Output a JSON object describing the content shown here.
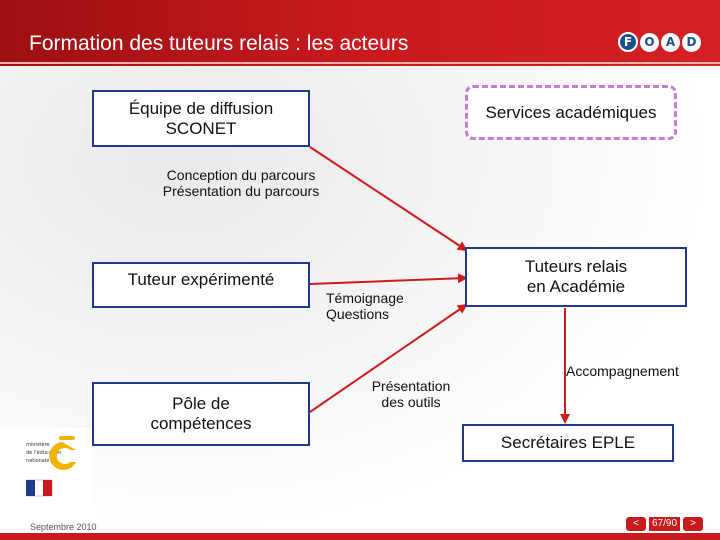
{
  "header": {
    "title": "Formation des tuteurs relais : les acteurs",
    "logo_letters": [
      "F",
      "O",
      "A",
      "D"
    ]
  },
  "boxes": {
    "sconet": "Équipe de diffusion\nSCONET",
    "services": "Services académiques",
    "tuteur_exp": "Tuteur expérimenté",
    "tuteurs_relais": "Tuteurs relais\nen Académie",
    "pole": "Pôle de\ncompétences",
    "secretaires": "Secrétaires EPLE"
  },
  "labels": {
    "conception": "Conception du parcours\nPrésentation du parcours",
    "temoignage": "Témoignage\nQuestions",
    "presentation_outils": "Présentation\ndes outils",
    "accompagnement": "Accompagnement"
  },
  "footer": {
    "date": "Septembre 2010",
    "page": "67/90",
    "prev": "<",
    "next": ">"
  },
  "colors": {
    "accent_red": "#c91a1e",
    "box_border": "#1f3a8a",
    "dashed_border": "#c77dd4",
    "arrow": "#d11a1a"
  }
}
